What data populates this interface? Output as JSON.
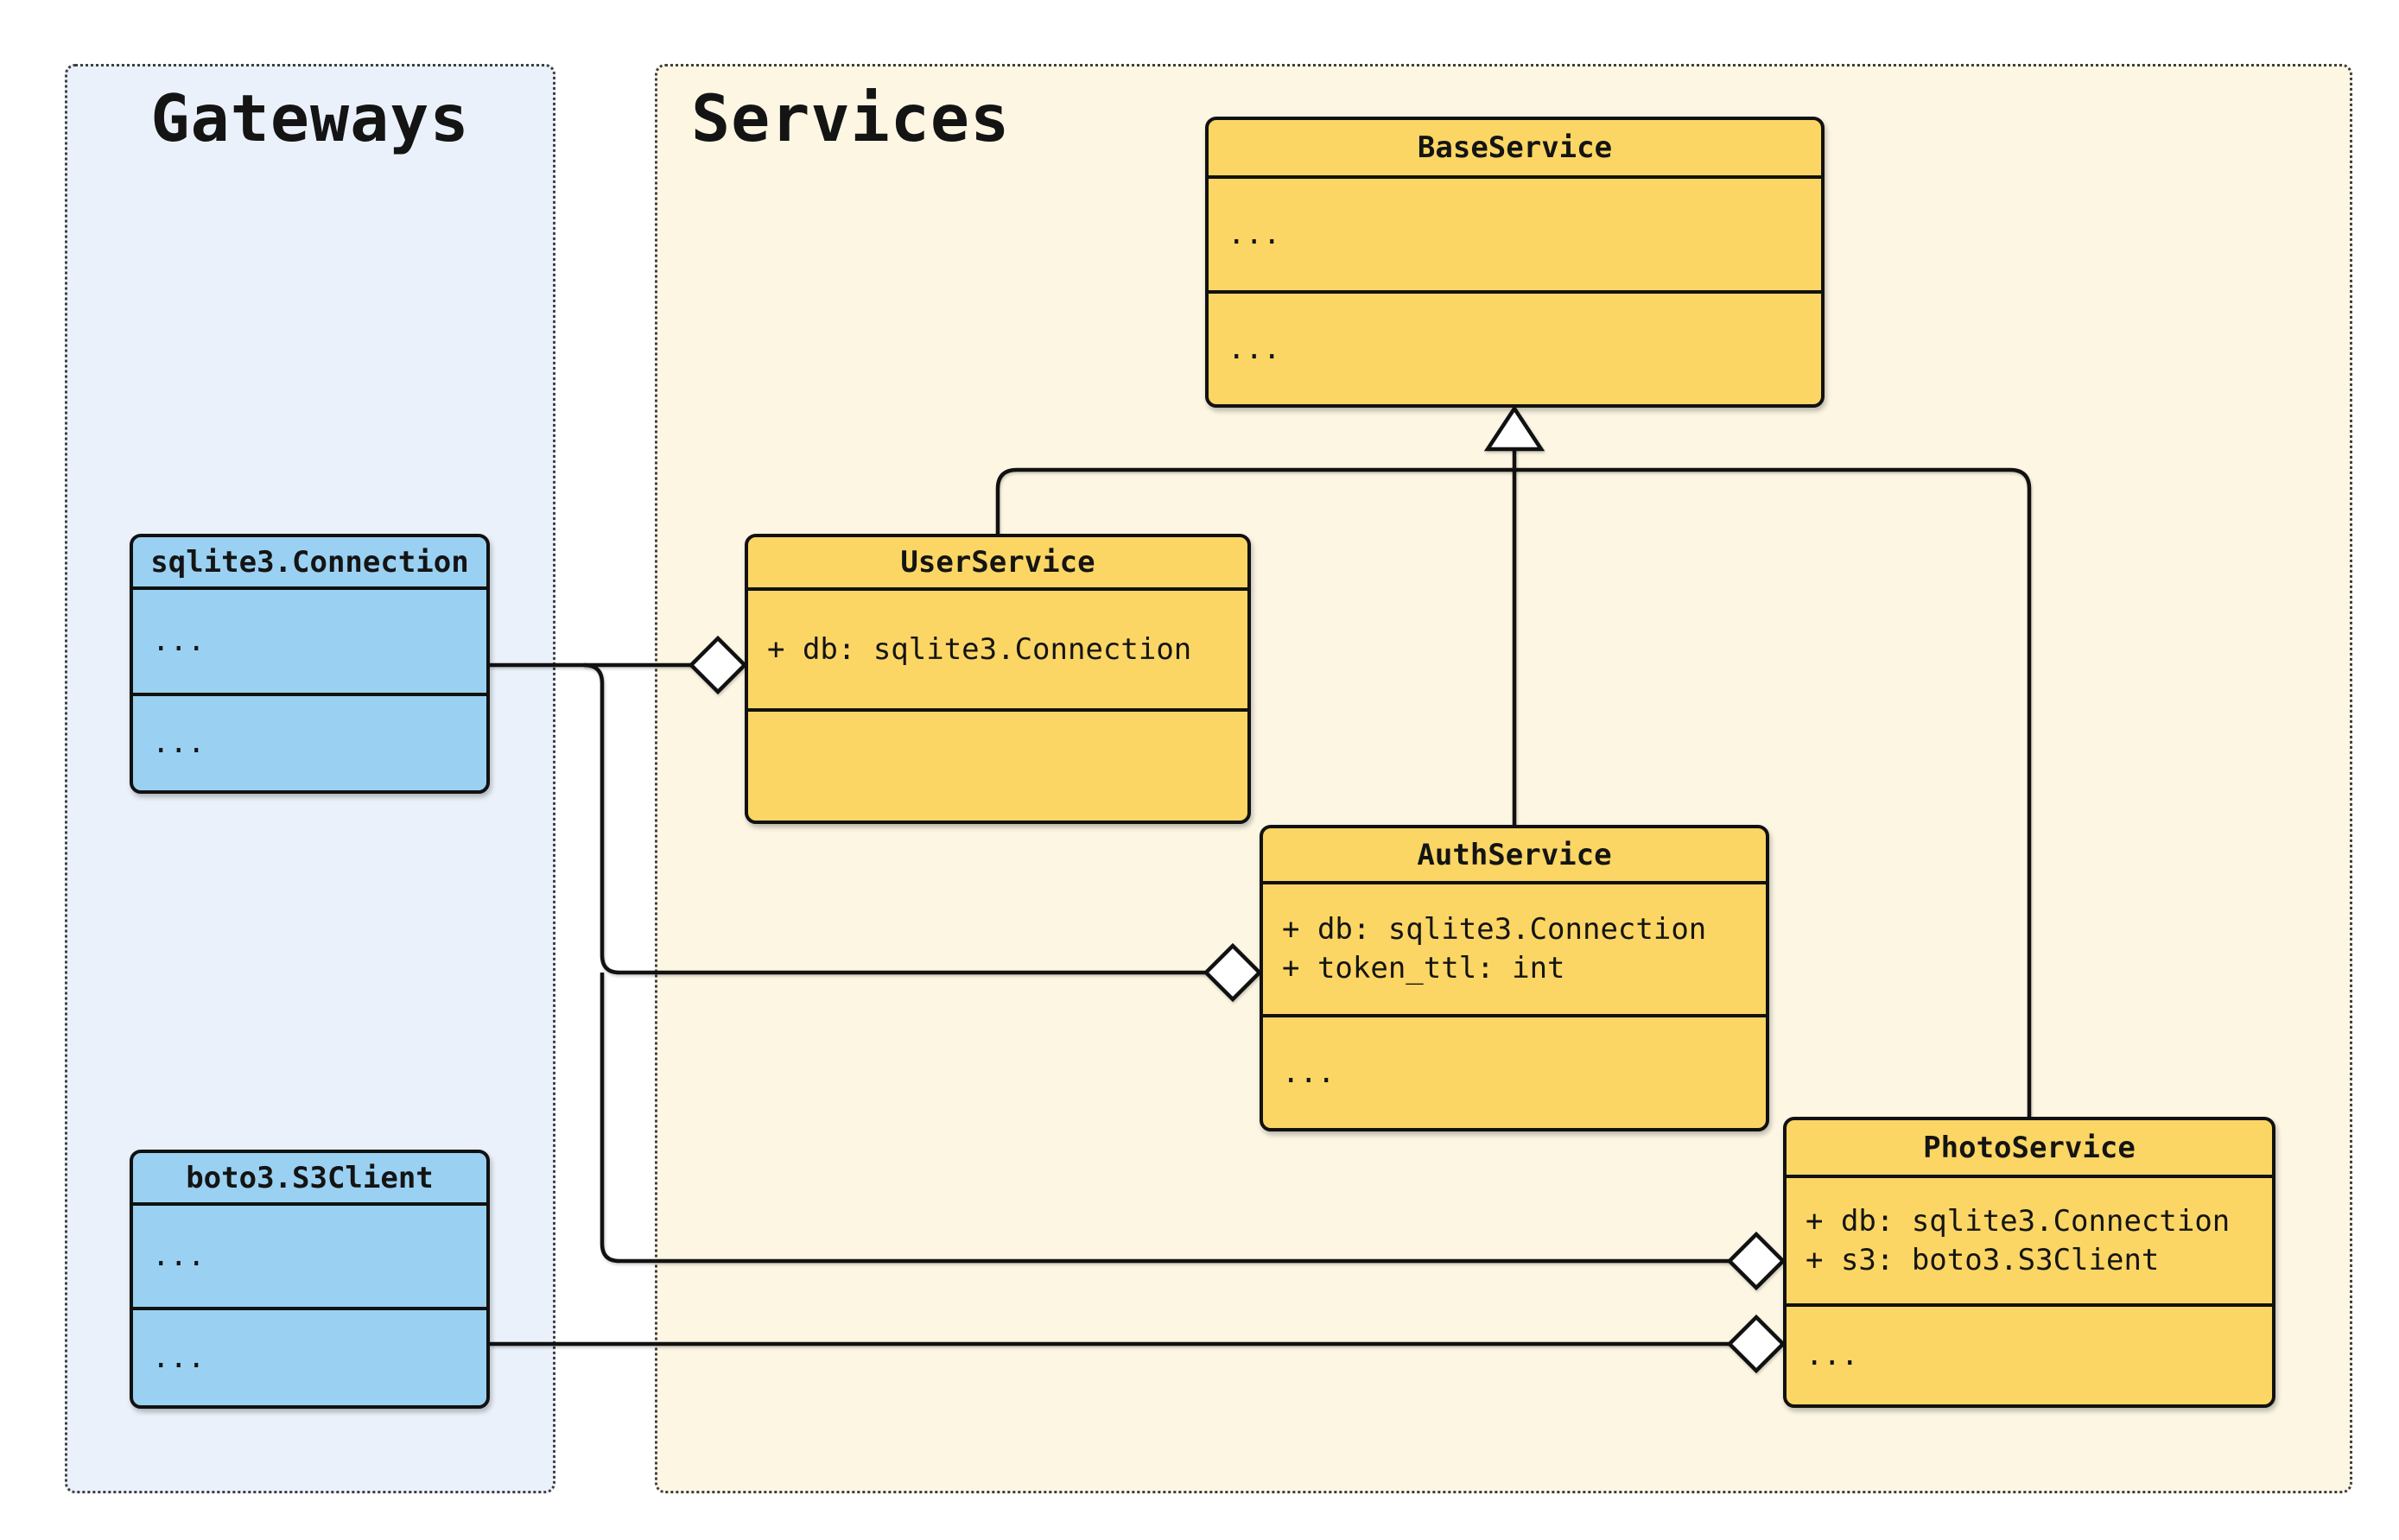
{
  "diagram": {
    "kind": "uml-class-diagram",
    "colors": {
      "service_fill": "#fbd664",
      "gateway_fill": "#9ad1f2",
      "gateways_panel_bg": "#eaf1fa",
      "services_panel_bg": "#fcf6e3",
      "stroke": "#111111",
      "page_bg": "#ffffff"
    }
  },
  "panels": {
    "gateways": {
      "title": "Gateways"
    },
    "services": {
      "title": "Services"
    }
  },
  "classes": {
    "base_service": {
      "title": "BaseService",
      "attributes": [
        "..."
      ],
      "methods": [
        "..."
      ]
    },
    "user_service": {
      "title": "UserService",
      "attributes": [
        "+ db: sqlite3.Connection"
      ],
      "methods": []
    },
    "auth_service": {
      "title": "AuthService",
      "attributes": [
        "+ db: sqlite3.Connection",
        "+ token_ttl: int"
      ],
      "methods": [
        "..."
      ]
    },
    "photo_service": {
      "title": "PhotoService",
      "attributes": [
        "+ db: sqlite3.Connection",
        "+ s3: boto3.S3Client"
      ],
      "methods": [
        "..."
      ]
    },
    "sqlite_connection": {
      "title": "sqlite3.Connection",
      "attributes": [
        "..."
      ],
      "methods": [
        "..."
      ]
    },
    "boto_s3client": {
      "title": "boto3.S3Client",
      "attributes": [
        "..."
      ],
      "methods": [
        "..."
      ]
    }
  },
  "relationships": [
    {
      "from": "UserService",
      "to": "BaseService",
      "type": "inheritance"
    },
    {
      "from": "AuthService",
      "to": "BaseService",
      "type": "inheritance"
    },
    {
      "from": "PhotoService",
      "to": "BaseService",
      "type": "inheritance"
    },
    {
      "from": "sqlite3.Connection",
      "to": "UserService.db",
      "type": "aggregation"
    },
    {
      "from": "sqlite3.Connection",
      "to": "AuthService.db",
      "type": "aggregation"
    },
    {
      "from": "sqlite3.Connection",
      "to": "PhotoService.db",
      "type": "aggregation"
    },
    {
      "from": "boto3.S3Client",
      "to": "PhotoService.s3",
      "type": "aggregation"
    }
  ]
}
